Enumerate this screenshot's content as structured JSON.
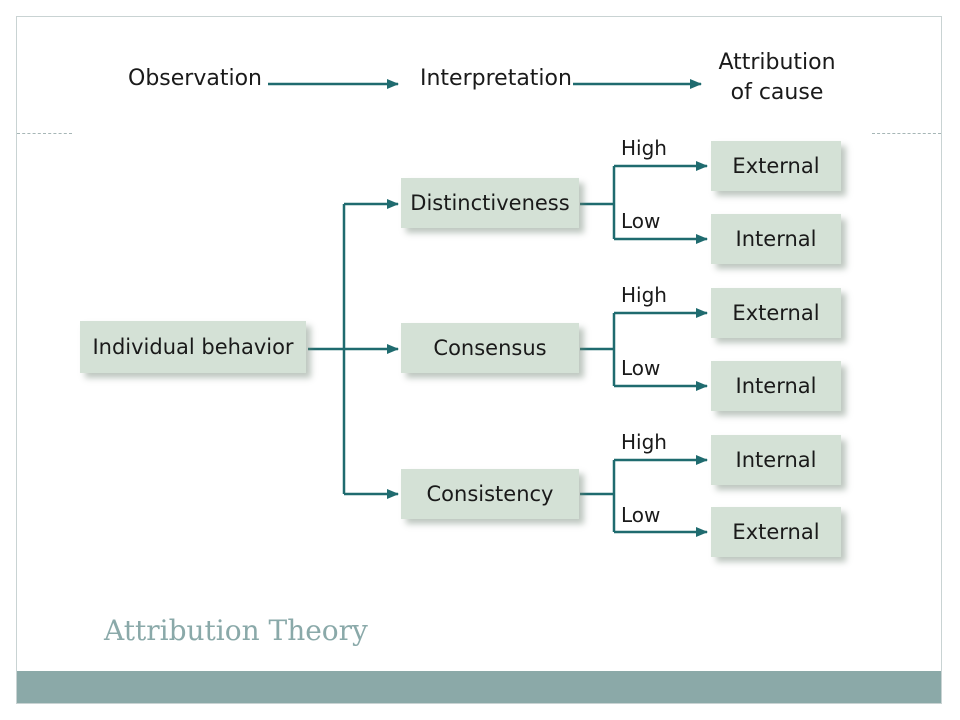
{
  "header": {
    "observation": "Observation",
    "interpretation": "Interpretation",
    "attribution_line1": "Attribution",
    "attribution_line2": "of cause"
  },
  "diagram": {
    "root": "Individual behavior",
    "factors": [
      {
        "label": "Distinctiveness",
        "high_label": "High",
        "high_outcome": "External",
        "low_label": "Low",
        "low_outcome": "Internal"
      },
      {
        "label": "Consensus",
        "high_label": "High",
        "high_outcome": "External",
        "low_label": "Low",
        "low_outcome": "Internal"
      },
      {
        "label": "Consistency",
        "high_label": "High",
        "high_outcome": "Internal",
        "low_label": "Low",
        "low_outcome": "External"
      }
    ]
  },
  "caption": "Attribution Theory",
  "colors": {
    "arrow": "#1f6b6f",
    "box_fill": "#d4e1d6",
    "caption": "#8aa9a9",
    "footer_bar": "#8ba9a8"
  }
}
